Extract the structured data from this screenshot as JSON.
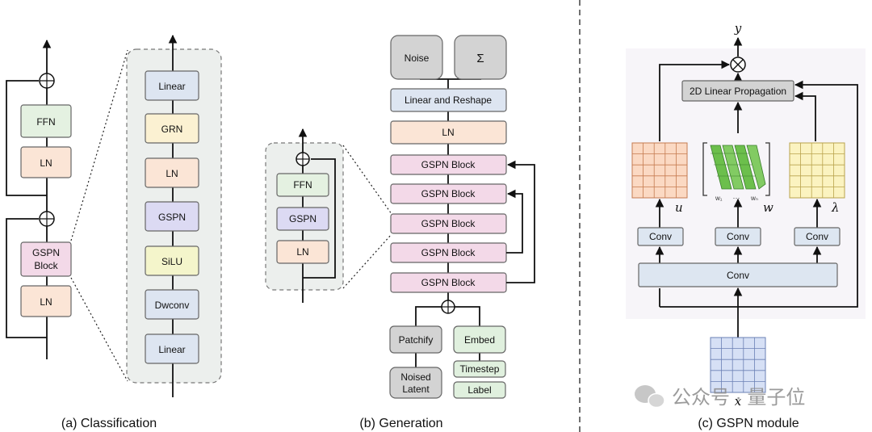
{
  "panel_a": {
    "caption": "(a) Classification",
    "ffn": "FFN",
    "ln1": "LN",
    "gspn_block": [
      "GSPN",
      "Block"
    ],
    "ln2": "LN",
    "detail": [
      "Linear",
      "GRN",
      "LN",
      "GSPN",
      "SiLU",
      "Dwconv",
      "Linear"
    ]
  },
  "panel_b": {
    "caption": "(b) Generation",
    "noise": "Noise",
    "sigma": "Σ",
    "linear_reshape": "Linear and Reshape",
    "ln": "LN",
    "gspn_blocks": [
      "GSPN Block",
      "GSPN Block",
      "GSPN Block",
      "GSPN Block",
      "GSPN Block"
    ],
    "patchify": "Patchify",
    "embed": "Embed",
    "noised_latent": [
      "Noised",
      "Latent"
    ],
    "timestep": "Timestep",
    "label": "Label",
    "inset": [
      "FFN",
      "GSPN",
      "LN"
    ]
  },
  "panel_c": {
    "caption": "(c) GSPN module",
    "output_var": "y",
    "propagation": "2D Linear Propagation",
    "var_u": "u",
    "var_w": "w",
    "var_lambda": "λ",
    "w_first": "w₁",
    "w_dots": "···",
    "w_last": "wₙ",
    "conv_u": "Conv",
    "conv_w": "Conv",
    "conv_l": "Conv",
    "conv_main": "Conv",
    "input_var": "x"
  },
  "watermark": "公众号 · 量子位",
  "colors": {
    "ffn": "#e4f1e1",
    "ln": "#fbe5d6",
    "gspn": "#dcdaf3",
    "gspn_block": "#f3d9e8",
    "linear": "#dde5f1",
    "grn": "#fbf1d2",
    "silu": "#f4f5cb",
    "gray_box": "#d3d3d3",
    "embed": "#e0f0de",
    "conv": "#dde6f1",
    "panel_c_bg": "#f7f5f9",
    "grid_u": "#fbd9c3",
    "grid_l": "#fbf3c0",
    "grid_x": "#d6e0f5"
  }
}
